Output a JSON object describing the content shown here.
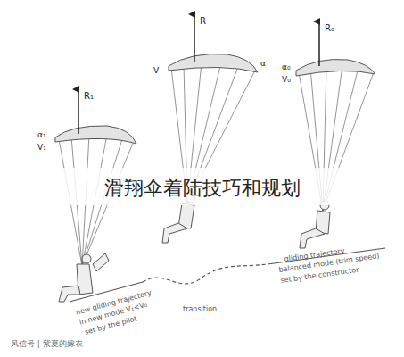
{
  "diagram": {
    "title": "滑翔伞着陆技巧和规划",
    "labels": [
      "R₁",
      "α₁",
      "V₁",
      "R",
      "α",
      "V",
      "R₀",
      "α₀",
      "V₀",
      "gliding trajectory",
      "balanced mode (trim speed)",
      "set by the constructor",
      "transition",
      "new gliding trajectory",
      "in new mode V₁<V₀",
      "set by the pilot",
      "风信号 | 紫夏的嫁衣"
    ]
  }
}
